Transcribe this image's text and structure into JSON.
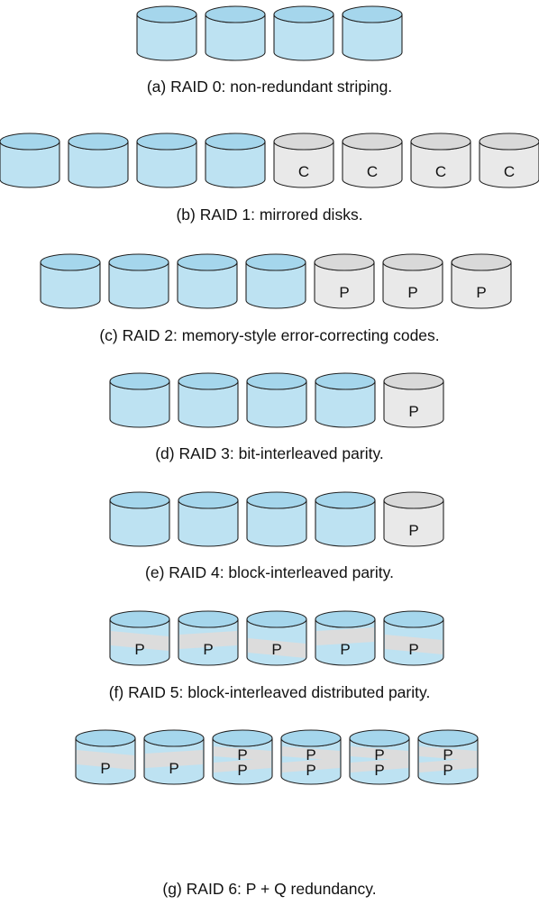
{
  "colors": {
    "data_disk_body": "#bde2f2",
    "data_disk_top": "#a5d6ec",
    "data_disk_shade": "#8ec6e0",
    "redundant_disk_body": "#e9e9e9",
    "redundant_disk_top": "#d9d9d9",
    "parity_band": "#dcdcdc",
    "outline": "#222222",
    "text": "#111111"
  },
  "rows": [
    {
      "id": "raid0",
      "caption": "(a) RAID 0: non-redundant striping.",
      "disks": [
        {
          "type": "data"
        },
        {
          "type": "data"
        },
        {
          "type": "data"
        },
        {
          "type": "data"
        }
      ]
    },
    {
      "id": "raid1",
      "caption": "(b) RAID 1: mirrored disks.",
      "disks": [
        {
          "type": "data"
        },
        {
          "type": "data"
        },
        {
          "type": "data"
        },
        {
          "type": "data"
        },
        {
          "type": "redundant",
          "label": "C"
        },
        {
          "type": "redundant",
          "label": "C"
        },
        {
          "type": "redundant",
          "label": "C"
        },
        {
          "type": "redundant",
          "label": "C"
        }
      ]
    },
    {
      "id": "raid2",
      "caption": "(c) RAID 2: memory-style error-correcting codes.",
      "disks": [
        {
          "type": "data"
        },
        {
          "type": "data"
        },
        {
          "type": "data"
        },
        {
          "type": "data"
        },
        {
          "type": "redundant",
          "label": "P"
        },
        {
          "type": "redundant",
          "label": "P"
        },
        {
          "type": "redundant",
          "label": "P"
        }
      ]
    },
    {
      "id": "raid3",
      "caption": "(d) RAID 3: bit-interleaved parity.",
      "disks": [
        {
          "type": "data"
        },
        {
          "type": "data"
        },
        {
          "type": "data"
        },
        {
          "type": "data"
        },
        {
          "type": "redundant",
          "label": "P"
        }
      ]
    },
    {
      "id": "raid4",
      "caption": "(e) RAID 4: block-interleaved parity.",
      "disks": [
        {
          "type": "data"
        },
        {
          "type": "data"
        },
        {
          "type": "data"
        },
        {
          "type": "data"
        },
        {
          "type": "redundant",
          "label": "P"
        }
      ]
    },
    {
      "id": "raid5",
      "caption": "(f) RAID 5: block-interleaved distributed parity.",
      "disks": [
        {
          "type": "distributed",
          "labels": [
            "P"
          ]
        },
        {
          "type": "distributed",
          "labels": [
            "P"
          ]
        },
        {
          "type": "distributed",
          "labels": [
            "P"
          ]
        },
        {
          "type": "distributed",
          "labels": [
            "P"
          ]
        },
        {
          "type": "distributed",
          "labels": [
            "P"
          ]
        }
      ]
    },
    {
      "id": "raid6",
      "caption": "(g) RAID 6: P + Q redundancy.",
      "disks": [
        {
          "type": "distributed",
          "labels": [
            "P"
          ]
        },
        {
          "type": "distributed",
          "labels": [
            "P"
          ]
        },
        {
          "type": "distributed",
          "labels": [
            "P",
            "P"
          ]
        },
        {
          "type": "distributed",
          "labels": [
            "P",
            "P"
          ]
        },
        {
          "type": "distributed",
          "labels": [
            "P",
            "P"
          ]
        },
        {
          "type": "distributed",
          "labels": [
            "P",
            "P"
          ]
        }
      ]
    }
  ]
}
